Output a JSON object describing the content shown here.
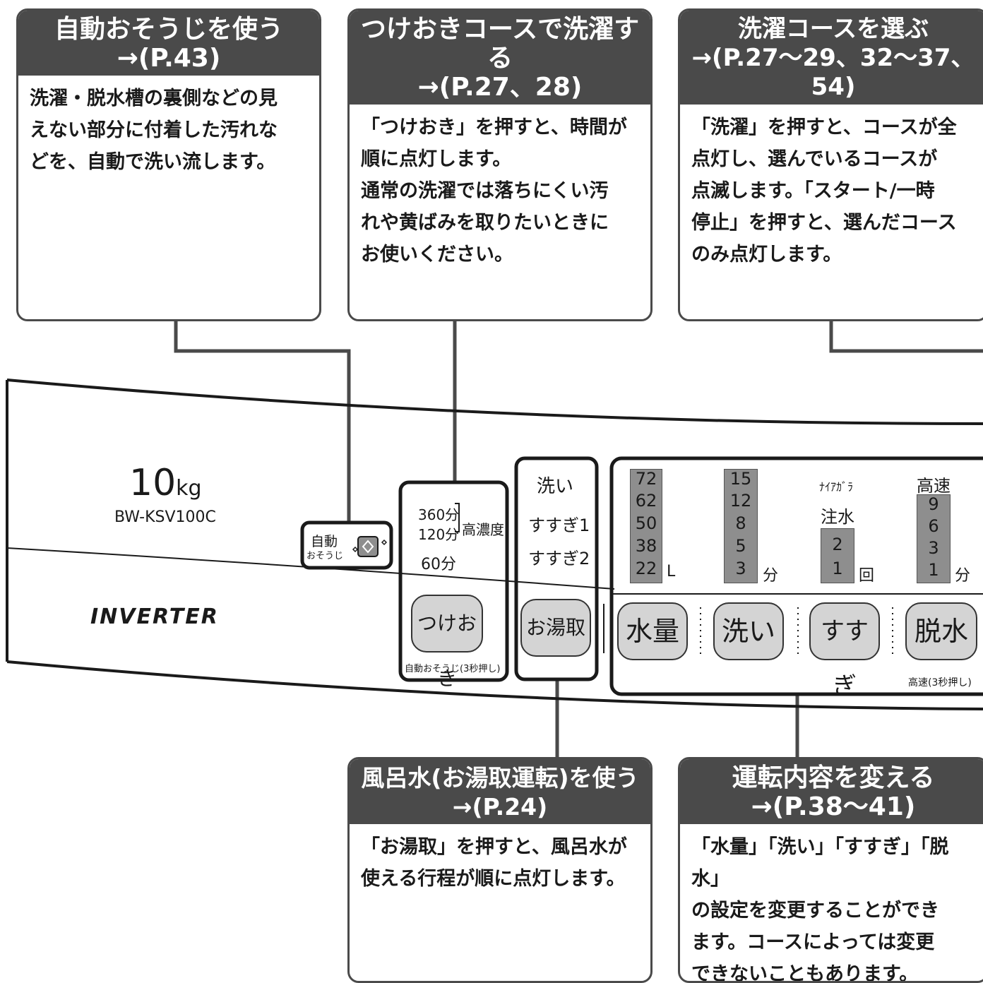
{
  "callouts": {
    "auto_clean": {
      "title": "自動おそうじを使う",
      "ref": "→(P.43)",
      "body": [
        "洗濯・脱水槽の裏側などの見",
        "えない部分に付着した汚れな",
        "どを、自動で洗い流します。"
      ]
    },
    "soak": {
      "title": "つけおきコースで洗濯する",
      "ref": "→(P.27、28)",
      "body": [
        "「つけおき」を押すと、時間が",
        "順に点灯します。",
        "通常の洗濯では落ちにくい汚",
        "れや黄ばみを取りたいときに",
        "お使いください。"
      ]
    },
    "course": {
      "title": "洗濯コースを選ぶ",
      "ref": "→(P.27〜29、32〜37、54)",
      "body": [
        "「洗濯」を押すと、コースが全",
        "点灯し、選んでいるコースが",
        "点滅します。「スタート/一時",
        "停止」を押すと、選んだコース",
        "のみ点灯します。"
      ]
    },
    "bath": {
      "title": "風呂水(お湯取運転)を使う",
      "ref": "→(P.24)",
      "body": [
        "「お湯取」を押すと、風呂水が",
        "使える行程が順に点灯します。"
      ]
    },
    "change": {
      "title": "運転内容を変える",
      "ref": "→(P.38〜41)",
      "body": [
        "「水量」「洗い」「すすぎ」「脱水」",
        "の設定を変更することができ",
        "ます。コースによっては変更",
        "できないこともあります。"
      ]
    }
  },
  "panel": {
    "capacity_num": "10",
    "capacity_unit": "kg",
    "model": "BW-KSV100C",
    "brand": "INVERTER",
    "auto_clean_label_1": "自動",
    "auto_clean_label_2": "おそうじ",
    "soak_times": [
      "360分",
      "120分",
      "60分"
    ],
    "soak_high": "高濃度",
    "soak_button": "つけおき",
    "soak_note": "自動おそうじ(3秒押し)",
    "bath_steps": [
      "洗い",
      "すすぎ1",
      "すすぎ2"
    ],
    "bath_button": "お湯取",
    "water_levels": [
      "72",
      "62",
      "50",
      "38",
      "22"
    ],
    "water_unit": "L",
    "wash_times": [
      "15",
      "12",
      "8",
      "5",
      "3"
    ],
    "wash_unit": "分",
    "rinse_top_1": "ﾅｲｱｶﾞﾗ",
    "rinse_top_2": "注水",
    "rinse_counts": [
      "2",
      "1"
    ],
    "rinse_unit": "回",
    "spin_top": "高速",
    "spin_times": [
      "9",
      "6",
      "3",
      "1"
    ],
    "spin_unit": "分",
    "buttons": [
      "水量",
      "洗い",
      "すすぎ",
      "脱水"
    ],
    "spin_note": "高速(3秒押し)"
  }
}
